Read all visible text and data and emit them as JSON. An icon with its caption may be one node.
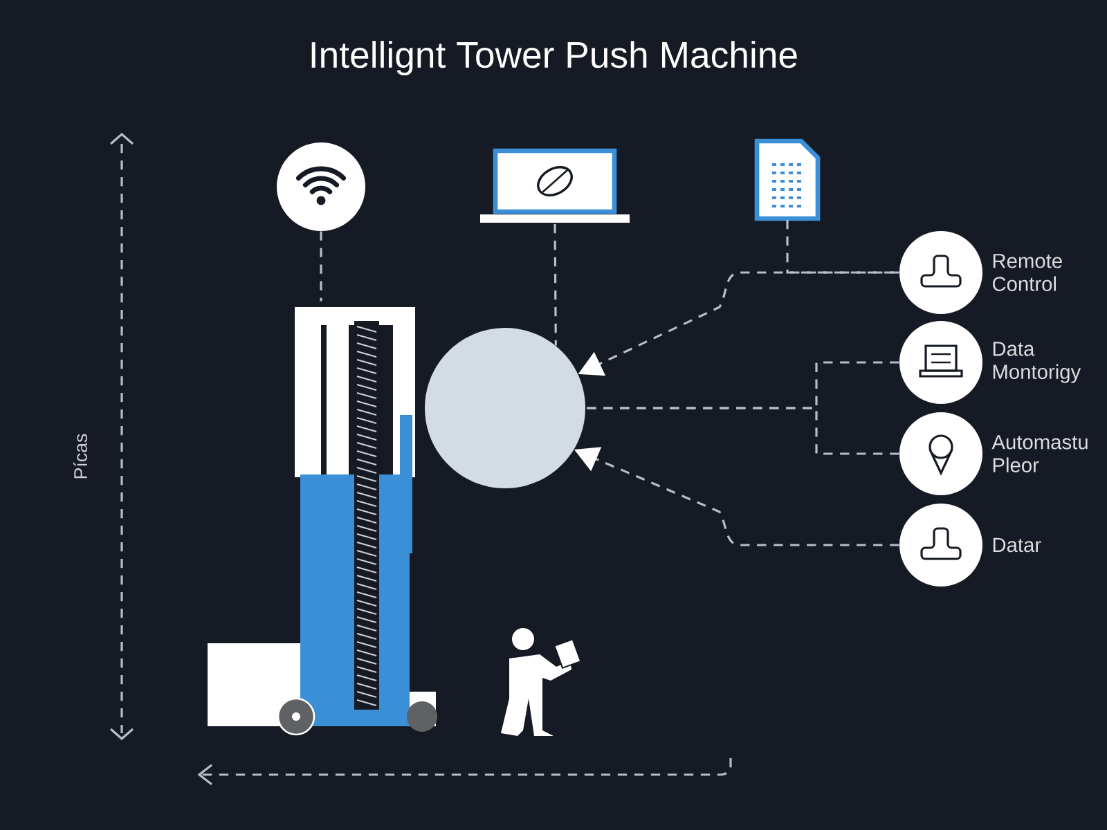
{
  "diagram": {
    "title": "Intellignt Tower Push Machine",
    "nodes": [
      {
        "text": [],
        "shape": "picture"
      },
      {
        "text": [],
        "shape": "picture"
      },
      {
        "text": [],
        "shape": "picture"
      },
      {
        "text": [],
        "shape": "picture"
      },
      {
        "text": [],
        "shape": "circle"
      },
      {
        "text": [],
        "shape": "circle",
        "beside": [
          "Remote Control"
        ]
      },
      {
        "text": [],
        "shape": "circle",
        "beside": [
          "Data Montorigy"
        ]
      },
      {
        "text": [],
        "shape": "circle",
        "beside": [
          "Automastu Pleor"
        ]
      },
      {
        "text": [],
        "shape": "circle",
        "beside": [
          "Datar"
        ]
      }
    ],
    "edges": [
      {
        "from": 0,
        "to": 3,
        "arrow": "none"
      },
      {
        "from": 1,
        "to": 4,
        "arrow": "none"
      },
      {
        "from": 2,
        "to": 5,
        "arrow": "none"
      },
      {
        "from": 5,
        "to": 4,
        "arrow": "to"
      },
      {
        "from": 6,
        "to": 4,
        "arrow": "none"
      },
      {
        "from": 7,
        "to": 4,
        "arrow": "none"
      },
      {
        "from": 8,
        "to": 4,
        "arrow": "to"
      }
    ],
    "labels": [
      "Pícas"
    ]
  }
}
